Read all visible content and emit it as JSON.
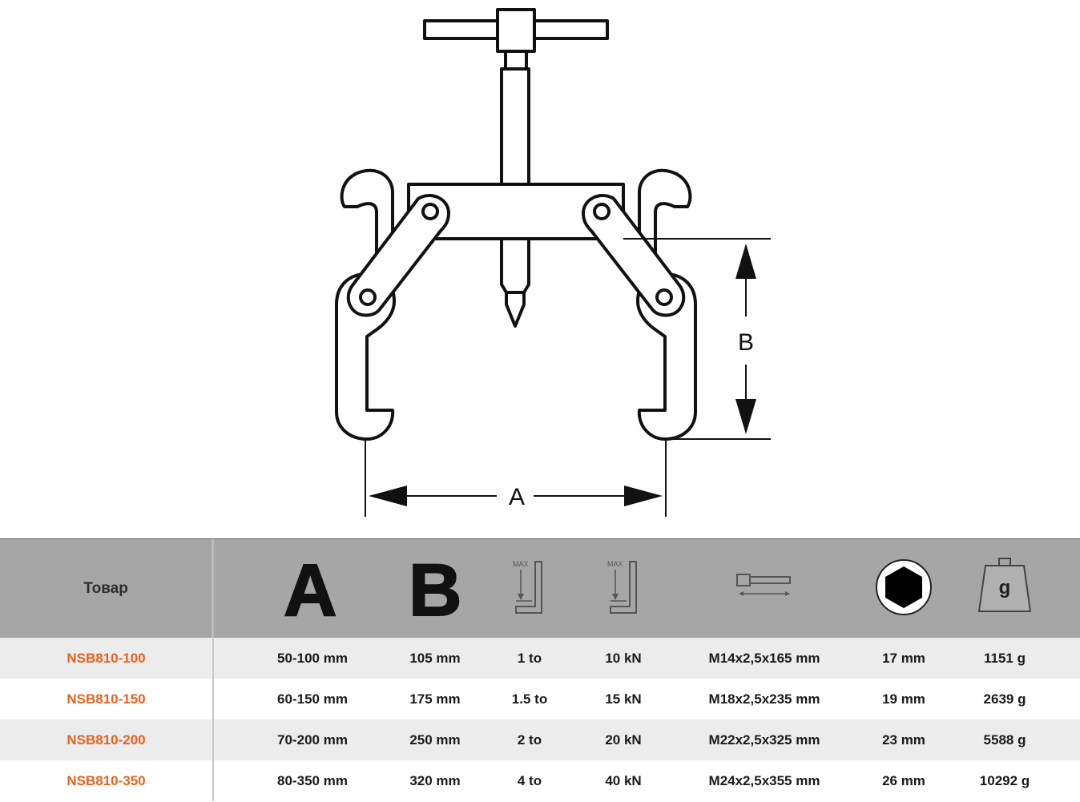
{
  "drawing": {
    "dim_a_label": "A",
    "dim_b_label": "B"
  },
  "table": {
    "header": {
      "product": "Товар",
      "col_a": "A",
      "col_b": "B",
      "col_weight_icon_letter": "g",
      "col_capacity_icon": "MAX",
      "col_force_icon": "MAX",
      "icons": [
        "max-load-icon",
        "max-force-icon",
        "screw-thread-icon",
        "hexagon-nut-icon",
        "weight-icon"
      ]
    },
    "rows": [
      {
        "product": "NSB810-100",
        "a": "50-100 mm",
        "b": "105 mm",
        "capacity": "1 to",
        "force": "10 kN",
        "spindle": "M14x2,5x165 mm",
        "hex": "17 mm",
        "weight": "1151 g"
      },
      {
        "product": "NSB810-150",
        "a": "60-150 mm",
        "b": "175 mm",
        "capacity": "1.5 to",
        "force": "15 kN",
        "spindle": "M18x2,5x235 mm",
        "hex": "19 mm",
        "weight": "2639 g"
      },
      {
        "product": "NSB810-200",
        "a": "70-200 mm",
        "b": "250 mm",
        "capacity": "2 to",
        "force": "20 kN",
        "spindle": "M22x2,5x325 mm",
        "hex": "23 mm",
        "weight": "5588 g"
      },
      {
        "product": "NSB810-350",
        "a": "80-350 mm",
        "b": "320 mm",
        "capacity": "4 to",
        "force": "40 kN",
        "spindle": "M24x2,5x355 mm",
        "hex": "26 mm",
        "weight": "10292 g"
      }
    ],
    "colors": {
      "product_text": "#e5621f",
      "header_bg": "#a6a6a6",
      "row_alt_bg": "#ececec"
    }
  }
}
